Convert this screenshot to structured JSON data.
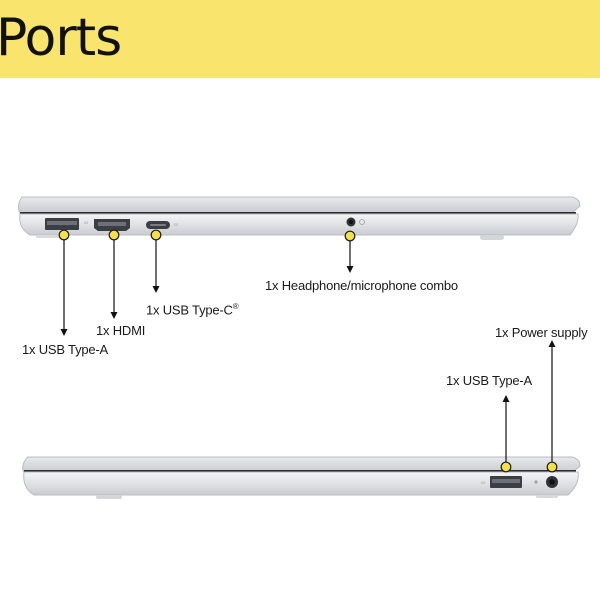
{
  "header": {
    "title": "Ports",
    "accent_color": "#f9e46d"
  },
  "left_side": {
    "ports": [
      {
        "label": "1x USB Type-A",
        "icon": "usb-a-port-icon"
      },
      {
        "label": "1x HDMI",
        "icon": "hdmi-port-icon"
      },
      {
        "label": "1x USB Type-C",
        "superscript": "®",
        "icon": "usb-c-port-icon"
      },
      {
        "label": "1x Headphone/microphone combo",
        "icon": "audio-jack-icon"
      }
    ]
  },
  "right_side": {
    "ports": [
      {
        "label": "1x USB Type-A",
        "icon": "usb-a-port-icon"
      },
      {
        "label": "1x Power supply",
        "icon": "power-port-icon"
      }
    ]
  },
  "marker_color": "#f5e04a"
}
